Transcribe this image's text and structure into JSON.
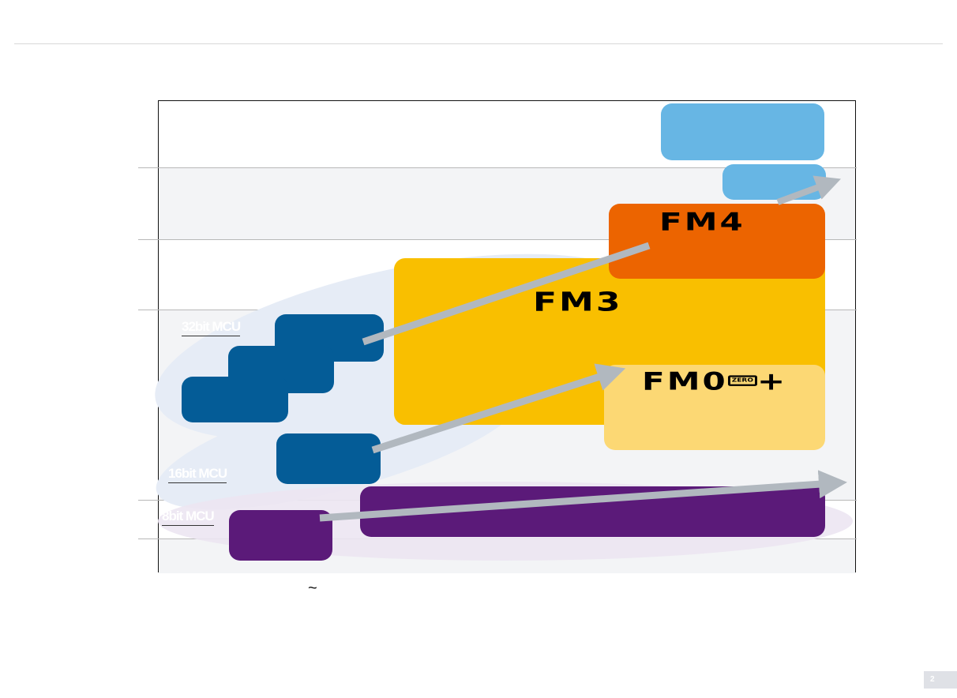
{
  "labels": {
    "mcu32": "32bit MCU",
    "mcu16": "16bit MCU",
    "mcu8": "8bit MCU"
  },
  "logos": {
    "fm4": "FM4",
    "fm3": "FM3",
    "fm0": "FM0",
    "fm0_zero": "ZERO",
    "fm0_plus": "+"
  },
  "footer": {
    "tilde": "~",
    "page": "2"
  },
  "colors": {
    "dark_blue": "#045c97",
    "light_blue": "#67b6e4",
    "orange": "#ec6400",
    "yellow": "#f9bf00",
    "light_yellow": "#fcd874",
    "purple": "#5b1a79",
    "arrow": "#b1b8bf"
  }
}
